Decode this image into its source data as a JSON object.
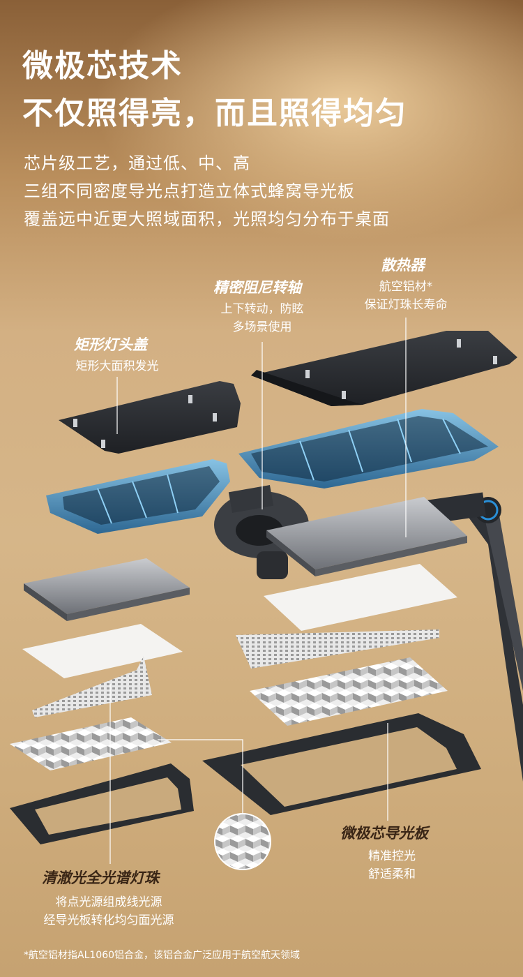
{
  "headline": {
    "line1": "微极芯技术",
    "line2": "不仅照得亮，而且照得均匀"
  },
  "intro": {
    "line1": "芯片级工艺，通过低、中、高",
    "line2": "三组不同密度导光点打造立体式蜂窝导光板",
    "line3": "覆盖远中近更大照域面积，光照均匀分布于桌面"
  },
  "callouts": {
    "heatsink": {
      "title": "散热器",
      "desc1": "航空铝材*",
      "desc2": "保证灯珠长寿命"
    },
    "hinge": {
      "title": "精密阻尼转轴",
      "desc1": "上下转动，防眩",
      "desc2": "多场景使用"
    },
    "cover": {
      "title": "矩形灯头盖",
      "desc1": "矩形大面积发光"
    },
    "led": {
      "title": "清澈光全光谱灯珠",
      "desc1": "将点光源组成线光源",
      "desc2": "经导光板转化均匀面光源"
    },
    "lightguide": {
      "title": "微极芯导光板",
      "desc1": "精准控光",
      "desc2": "舒适柔和"
    }
  },
  "footnote": "*航空铝材指AL1060铝合金，该铝合金广泛应用于航空航天领域",
  "colors": {
    "accent": "#2a8fd6",
    "dark_panel": "#2b2e33",
    "text_dark": "#3a2616"
  }
}
